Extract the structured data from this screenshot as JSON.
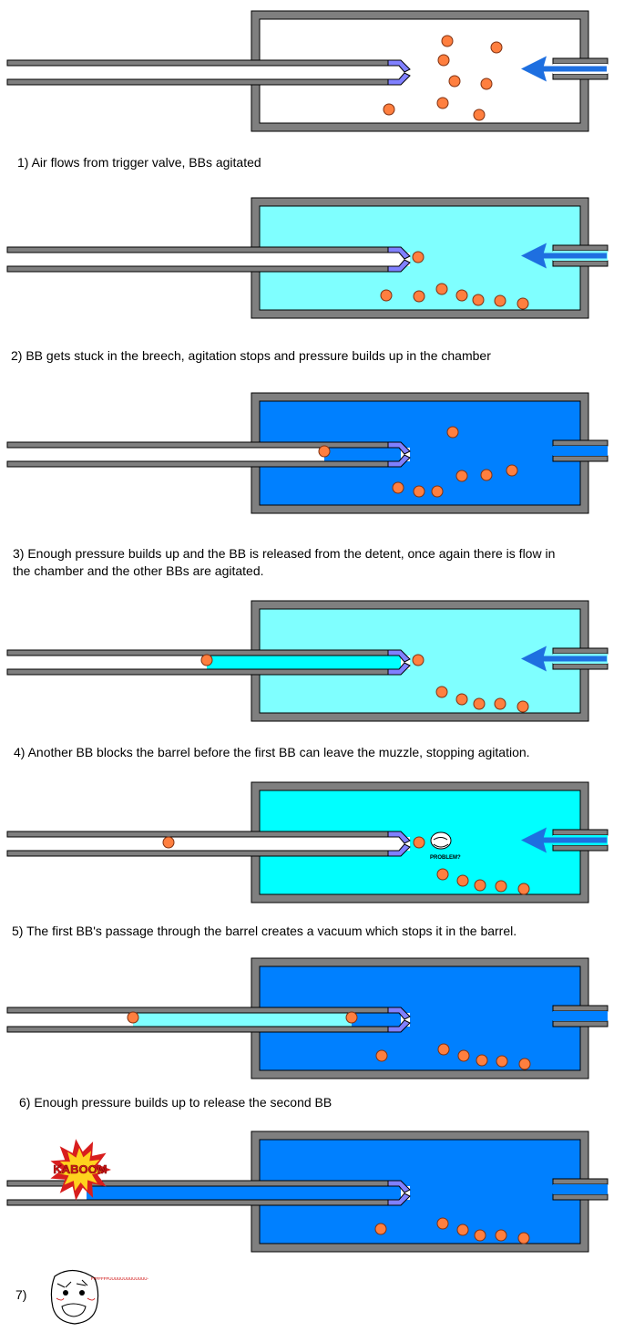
{
  "colors": {
    "wall": "#7f7f7f",
    "wall_outline": "#000000",
    "valve": "#8080ff",
    "bb": "#ff7f3f",
    "arrow": "#1e6fe0",
    "empty": "#ffffff",
    "low_pressure": "#7fffff",
    "mid_pressure": "#00ffff",
    "high_pressure": "#0080ff",
    "kaboom_red": "#d81e1e",
    "kaboom_yellow": "#ffd21e"
  },
  "icons": {
    "flow_arrow": "arrow-left-icon",
    "ball_bearing": "bb-circle-icon",
    "explosion": "explosion-icon",
    "troll_face": "troll-face-icon",
    "rage_face": "rage-face-icon"
  },
  "captions": {
    "step1": "1) Air flows from trigger valve, BBs agitated",
    "step2": "2) BB gets stuck in the breech, agitation stops and pressure builds up in the chamber",
    "step3_line1": "3) Enough pressure builds up and the BB is released from the detent, once again there is flow in",
    "step3_line2": "the chamber and the other BBs are agitated.",
    "step4": "4) Another BB blocks the barrel before the first BB can leave the muzzle, stopping agitation.",
    "step5": "5) The first BB's passage through the barrel creates a vacuum which stops it in the barrel.",
    "step6": "6) Enough pressure builds up to release the second BB",
    "step7": "7)"
  },
  "annotations": {
    "problem": "PROBLEM?",
    "kaboom": "KABOOM",
    "rage": "FFFFFFFUUUUUUUUUUUUU-"
  }
}
